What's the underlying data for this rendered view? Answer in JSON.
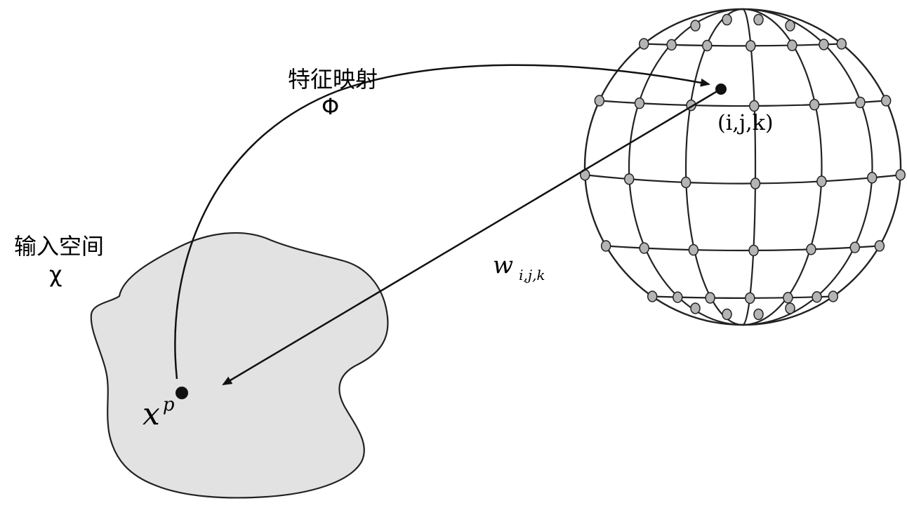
{
  "labels": {
    "feature_map": "特征映射",
    "phi": "Φ",
    "input_space": "输入空间",
    "chi": "χ",
    "sample_base": "x",
    "sample_sup": "p",
    "weight_base": "w",
    "weight_sub": "i,j,k",
    "node_index": "(i,j,k)"
  },
  "colors": {
    "region_fill": "#e2e2e2",
    "outline": "#222222",
    "node_fill": "#b4b4b4",
    "point": "#111111"
  }
}
